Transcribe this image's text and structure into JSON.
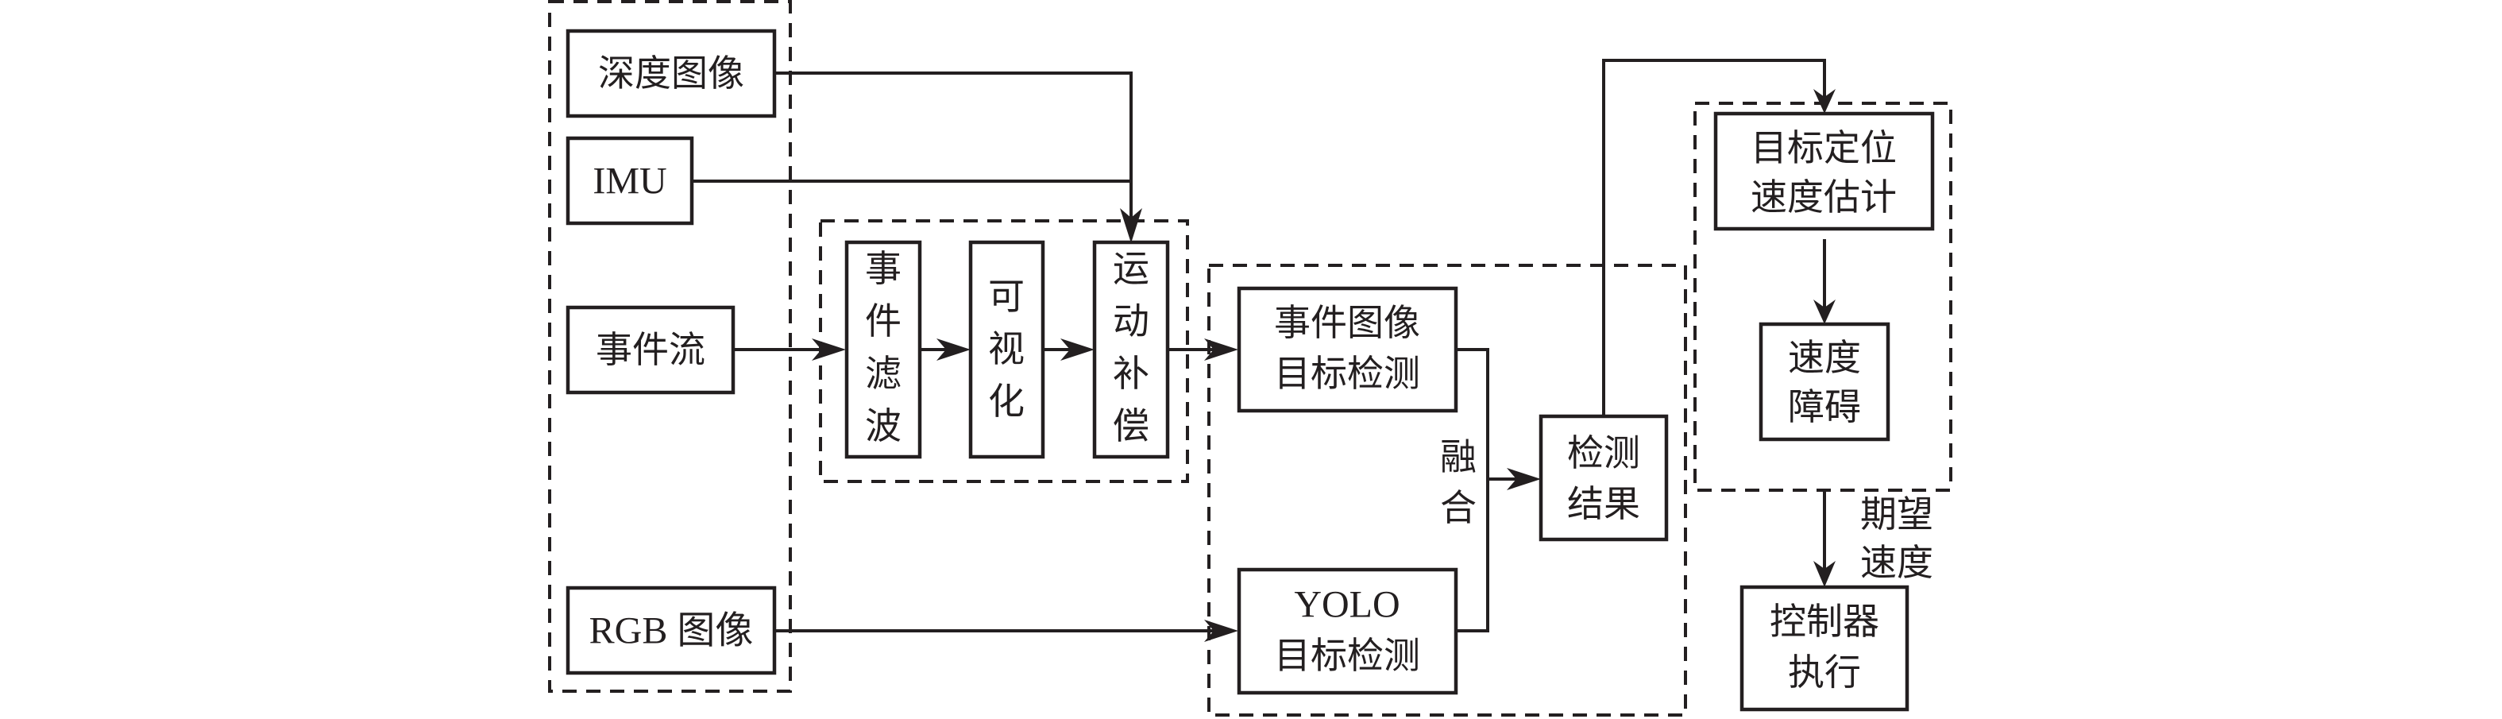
{
  "diagram": {
    "colors": {
      "stroke": "#231f20",
      "background": "#ffffff"
    },
    "groups": {
      "sensors": "sensor-inputs",
      "preprocess": "event-preprocessing",
      "detection": "target-detection",
      "control": "localization-and-avoidance"
    },
    "nodes": {
      "depth_image": [
        "深度图像"
      ],
      "imu": [
        "IMU"
      ],
      "event_stream": [
        "事件流"
      ],
      "rgb_image": [
        "RGB 图像"
      ],
      "event_filter": [
        "事",
        "件",
        "滤",
        "波"
      ],
      "visualization": [
        "可",
        "视",
        "化"
      ],
      "motion_comp": [
        "运",
        "动",
        "补",
        "偿"
      ],
      "event_detect": [
        "事件图像",
        "目标检测"
      ],
      "yolo_detect": [
        "YOLO",
        "目标检测"
      ],
      "result": [
        "检测",
        "结果"
      ],
      "localize": [
        "目标定位",
        "速度估计"
      ],
      "velocity_obstacle": [
        "速度",
        "障碍"
      ],
      "controller": [
        "控制器",
        "执行"
      ]
    },
    "edge_labels": {
      "fusion": [
        "融",
        "合"
      ],
      "desired_velocity": [
        "期望",
        "速度"
      ]
    },
    "edges": [
      [
        "深度图像",
        "运动补偿"
      ],
      [
        "IMU",
        "运动补偿"
      ],
      [
        "事件流",
        "事件滤波"
      ],
      [
        "事件滤波",
        "可视化"
      ],
      [
        "可视化",
        "运动补偿"
      ],
      [
        "运动补偿",
        "事件图像目标检测"
      ],
      [
        "RGB 图像",
        "YOLO目标检测"
      ],
      [
        "事件图像目标检测",
        "检测结果"
      ],
      [
        "YOLO目标检测",
        "检测结果"
      ],
      [
        "检测结果",
        "目标定位速度估计"
      ],
      [
        "目标定位速度估计",
        "速度障碍"
      ],
      [
        "速度障碍",
        "控制器执行"
      ]
    ]
  }
}
